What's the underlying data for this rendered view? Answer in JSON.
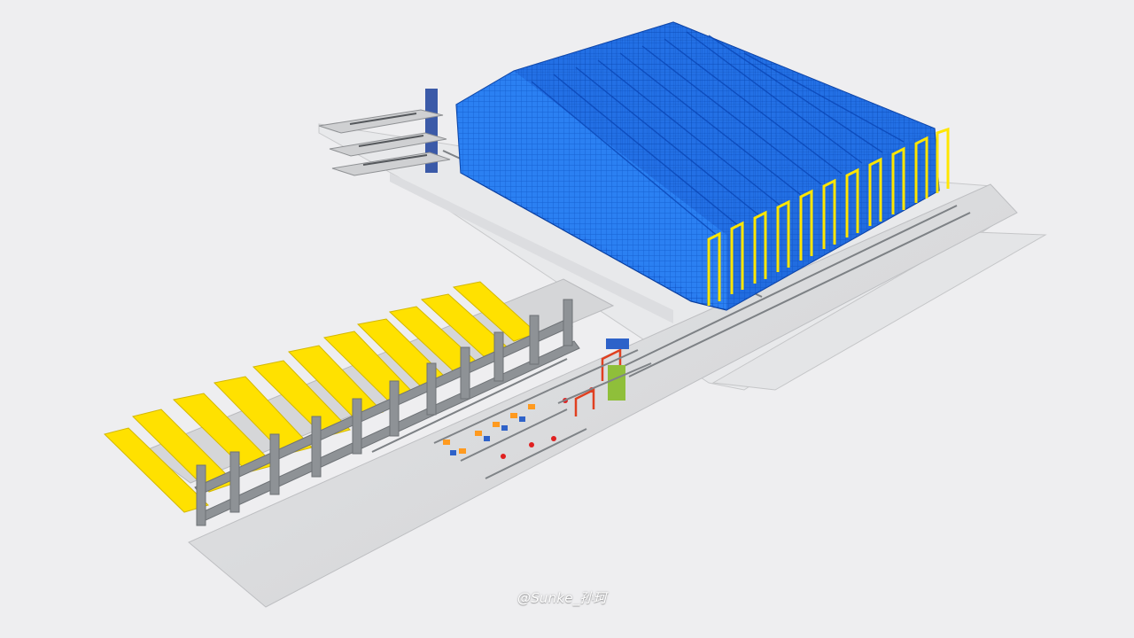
{
  "watermark": {
    "text": "@Sunke_孙珂"
  },
  "colors": {
    "background": "#eeeef0",
    "floor": "#d7d8da",
    "rack_blue": "#1f6fe0",
    "rack_blue_dark": "#0d4fb8",
    "crane_yellow": "#ffe600",
    "steel_grey": "#8e9296",
    "conveyor_orange": "#ff9a1f",
    "station_red": "#e02020"
  },
  "icons": [
    "warehouse-rack",
    "stacker-crane",
    "gantry-beam",
    "conveyor",
    "lift-tower"
  ]
}
